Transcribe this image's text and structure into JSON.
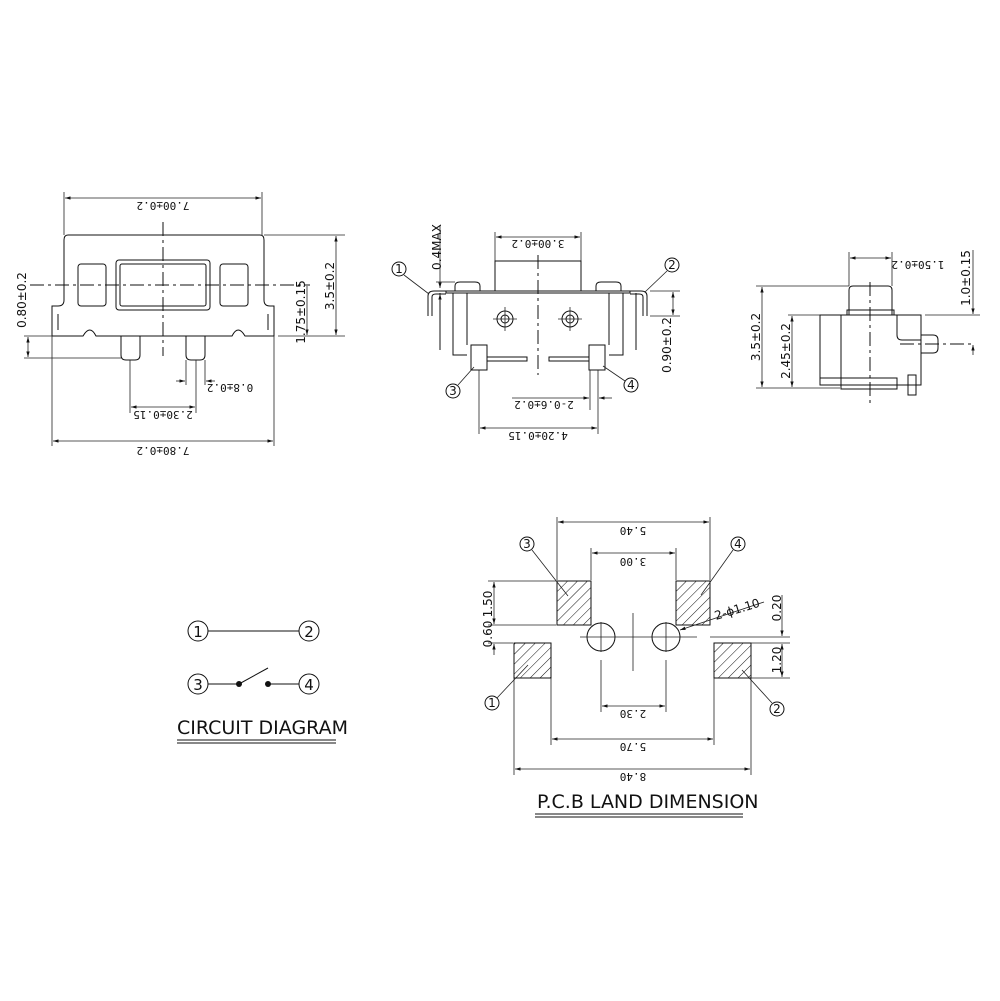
{
  "front_view": {
    "width_top": "7.00±0.2",
    "width_bottom": "7.80±0.2",
    "height_total": "3.5±0.2",
    "height_center": "1.75±0.15",
    "height_left": "0.80±0.2",
    "pin_spacing": "2.30±0.15",
    "pin_width": "0.8±0.2"
  },
  "bottom_view": {
    "actuator_width": "3.00±0.2",
    "max_height": "0.4MAX",
    "terminal_height": "0.90±0.2",
    "pin_width": "2-0.6±0.2",
    "pin_spacing": "4.20±0.15",
    "labels": [
      "1",
      "2",
      "3",
      "4"
    ]
  },
  "side_view": {
    "actuator_width": "1.50±0.2",
    "actuator_offset": "1.0±0.15",
    "height_total": "3.5±0.2",
    "body_height": "2.45±0.2"
  },
  "circuit": {
    "title": "CIRCUIT DIAGRAM",
    "nodes": [
      "1",
      "2",
      "3",
      "4"
    ]
  },
  "pcb": {
    "title": "P.C.B LAND DIMENSION",
    "dim_outer_top": "5.40",
    "dim_inner_top": "3.00",
    "dim_hole": "2-ϕ1.10",
    "dim_pad_h_top": "1.50",
    "dim_gap_left": "0.60",
    "dim_gap_right": "0.20",
    "dim_pad_h_bottom": "1.20",
    "dim_hole_spacing": "2.30",
    "dim_inner_bottom": "5.70",
    "dim_outer_bottom": "8.40",
    "pad_labels": [
      "1",
      "2",
      "3",
      "4"
    ]
  }
}
